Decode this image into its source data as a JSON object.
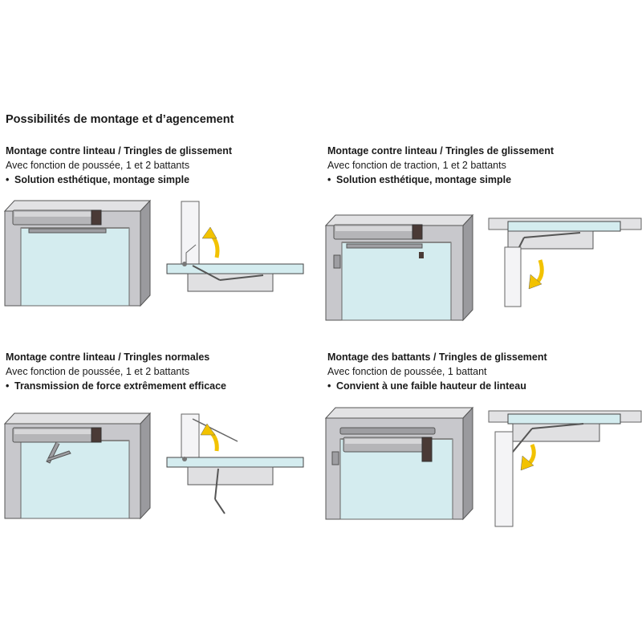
{
  "title": "Possibilités de montage et d’agencement",
  "blocks": [
    {
      "heading": "Montage contre linteau / Tringles de glissement",
      "subtitle": "Avec fonction de poussée, 1 et 2 battants",
      "bullet": "Solution esthétique, montage simple"
    },
    {
      "heading": "Montage contre linteau / Tringles de glissement",
      "subtitle": "Avec fonction de traction, 1 et 2 battants",
      "bullet": "Solution esthétique, montage simple"
    },
    {
      "heading": "Montage contre linteau / Tringles normales",
      "subtitle": "Avec fonction de poussée, 1 et 2 battants",
      "bullet": "Transmission de force extrêmement efficace"
    },
    {
      "heading": "Montage des battants / Tringles de glissement",
      "subtitle": "Avec fonction de poussée, 1 battant",
      "bullet": "Convient à une faible hauteur de linteau"
    }
  ],
  "colors": {
    "frame": "#c8c8cc",
    "frame_dark": "#9a9a9e",
    "glass": "#d4ecef",
    "closer": "#b5b5b8",
    "closer_end": "#4a3a36",
    "arrow": "#f2c200"
  }
}
